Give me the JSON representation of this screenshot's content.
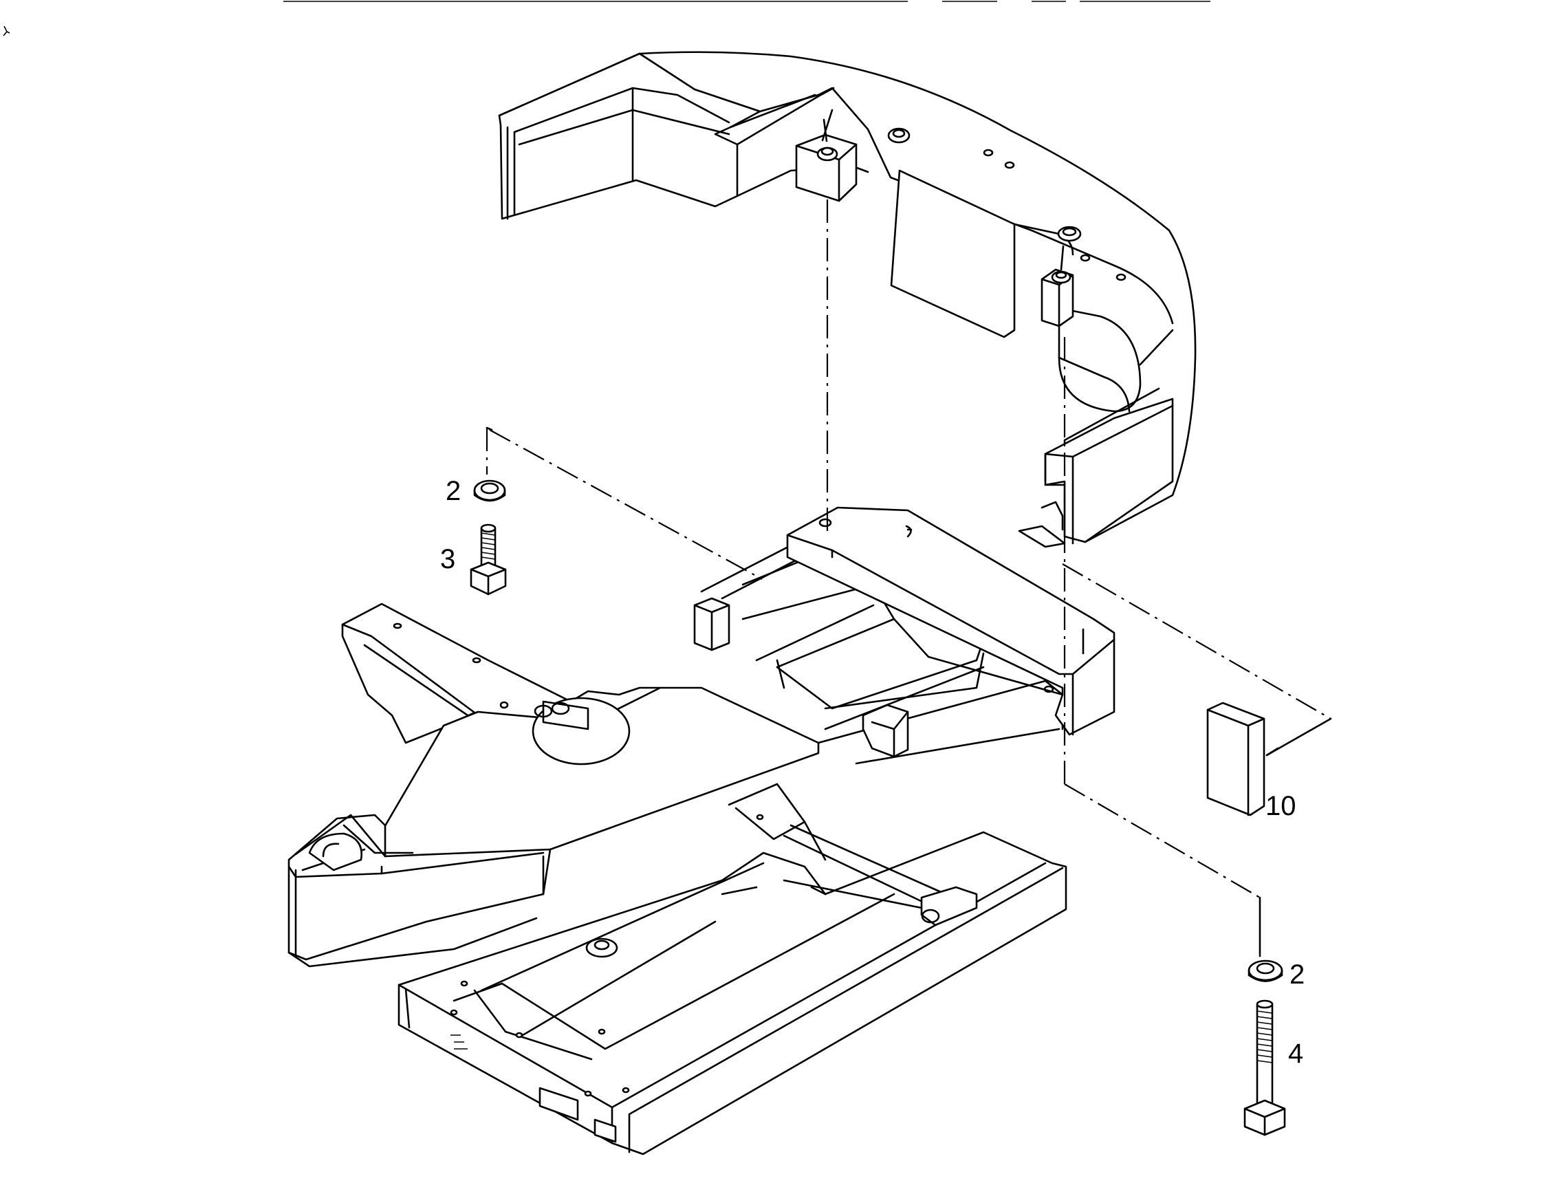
{
  "callouts": {
    "washer_upper": "2",
    "bolt_short": "3",
    "block": "10",
    "washer_lower": "2",
    "bolt_long": "4"
  }
}
